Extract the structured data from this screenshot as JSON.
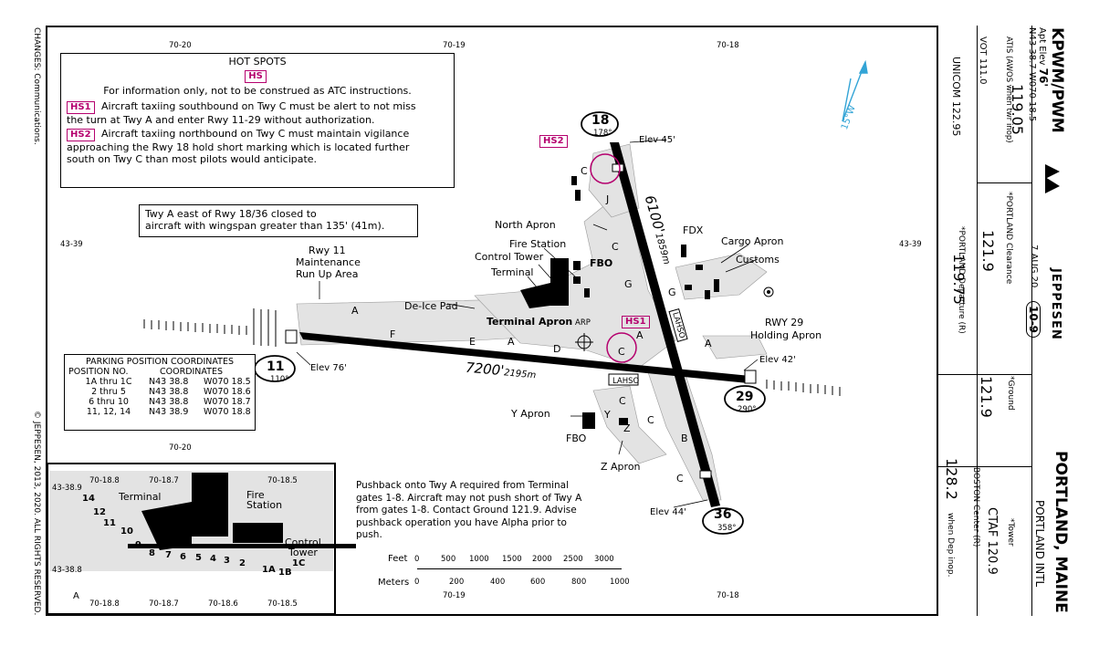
{
  "header": {
    "ident": "KPWM/PWM",
    "apt_elev_label": "Apt Elev",
    "apt_elev_value": "76'",
    "coords": "N43 38.7 W070 18.5",
    "brand": "JEPPESEN",
    "date": "7 AUG 20",
    "chart_no": "10-9",
    "city": "PORTLAND, MAINE",
    "airport": "PORTLAND INTL"
  },
  "frequencies": {
    "atis_label": "ATIS (AWOS when twr inop)",
    "atis": "119.05",
    "vot": "VOT 111.0",
    "unicom": "UNICOM 122.95",
    "clearance_label": "*PORTLAND Clearance",
    "clearance": "121.9",
    "departure_label": "*PORTLAND Departure (R)",
    "departure": "119.75",
    "ground_label": "*Ground",
    "ground": "121.9",
    "center_label": "BOSTON Center (R)",
    "center": "128.2",
    "center_note": "when Dep inop.",
    "tower_label": "*Tower",
    "tower": "CTAF 120.9"
  },
  "side_left": {
    "changes": "CHANGES: Communications.",
    "copyright": "© JEPPESEN, 2013, 2020. ALL RIGHTS RESERVED."
  },
  "hotspots": {
    "title": "HOT SPOTS",
    "legend_tag": "HS",
    "legend_text": "For information only, not to be construed as ATC instructions.",
    "items": [
      {
        "tag": "HS1",
        "text1": "Aircraft taxiing southbound on Twy C must be alert to not miss",
        "text2": "the turn at Twy A and enter Rwy 11-29 without authorization."
      },
      {
        "tag": "HS2",
        "text1": "Aircraft taxiing northbound on Twy C must maintain vigilance",
        "text2": "approaching the Rwy 18 hold short marking which is located further",
        "text3": "south on Twy C than most pilots would anticipate."
      }
    ]
  },
  "notice_twy_a": {
    "line1": "Twy A east of Rwy 18/36 closed to",
    "line2": "aircraft with wingspan greater than 135' (41m)."
  },
  "parking": {
    "title": "PARKING POSITION COORDINATES",
    "col1": "POSITION NO.",
    "col2": "COORDINATES",
    "rows": [
      {
        "pos": "1A thru 1C",
        "lat": "N43 38.8",
        "lon": "W070 18.5"
      },
      {
        "pos": "2 thru 5",
        "lat": "N43 38.8",
        "lon": "W070 18.6"
      },
      {
        "pos": "6 thru 10",
        "lat": "N43 38.8",
        "lon": "W070 18.7"
      },
      {
        "pos": "11, 12, 14",
        "lat": "N43 38.9",
        "lon": "W070 18.8"
      }
    ]
  },
  "pushback": {
    "line1": "Pushback onto Twy A required from Terminal",
    "line2": "gates 1-8. Aircraft may not push short of Twy A",
    "line3": "from gates 1-8. Contact Ground 121.9. Advise",
    "line4": "pushback operation you have Alpha prior to",
    "line5": "push."
  },
  "scale": {
    "feet_label": "Feet",
    "feet_ticks": [
      "0",
      "500",
      "1000",
      "1500",
      "2000",
      "2500",
      "3000"
    ],
    "meters_label": "Meters",
    "meter_ticks": [
      "0",
      "200",
      "400",
      "600",
      "800",
      "1000"
    ]
  },
  "grid": {
    "top": [
      "70-20",
      "70-19",
      "70-18"
    ],
    "mid": [
      "70-20"
    ],
    "bottom": [
      "70-19",
      "70-18"
    ],
    "lat": "43-39"
  },
  "magvar": "15°W",
  "runways": {
    "r18": {
      "num": "18",
      "hdg": "178°",
      "elev": "Elev 45'"
    },
    "r36": {
      "num": "36",
      "hdg": "358°",
      "elev": "Elev 44'"
    },
    "r11": {
      "num": "11",
      "hdg": "110°",
      "elev": "Elev 76'"
    },
    "r29": {
      "num": "29",
      "hdg": "290°",
      "elev": "Elev 42'"
    },
    "len_1836": "6100'",
    "len_1836_m": "1859m",
    "len_1129": "7200'",
    "len_1129_m": "2195m",
    "lahso": "LAHSO"
  },
  "labels": {
    "north_apron": "North Apron",
    "fire_station": "Fire Station",
    "control_tower": "Control Tower",
    "terminal": "Terminal",
    "fbo": "FBO",
    "deice": "De-Ice Pad",
    "terminal_apron": "Terminal Apron",
    "arp": "ARP",
    "fdx": "FDX",
    "cargo_apron": "Cargo Apron",
    "customs": "Customs",
    "rwy29_hold1": "RWY 29",
    "rwy29_hold2": "Holding Apron",
    "rwy11_maint1": "Rwy 11",
    "rwy11_maint2": "Maintenance",
    "rwy11_maint3": "Run Up Area",
    "y_apron": "Y Apron",
    "z_apron": "Z Apron",
    "fbo2": "FBO"
  },
  "twys": [
    "A",
    "F",
    "E",
    "A",
    "D",
    "C",
    "G",
    "A",
    "A",
    "C",
    "C",
    "J",
    "G",
    "C",
    "Y",
    "Z",
    "C",
    "B",
    "C"
  ],
  "hs_markers": {
    "hs1": "HS1",
    "hs2": "HS2"
  },
  "inset": {
    "lon_top": [
      "70-18.8",
      "70-18.7",
      "70-18.5"
    ],
    "lon_bottom": [
      "70-18.8",
      "70-18.7",
      "70-18.6",
      "70-18.5"
    ],
    "lat_top": "43-38.9",
    "lat_bot": "43-38.8",
    "terminal": "Terminal",
    "fire": "Fire",
    "station": "Station",
    "control": "Control",
    "tower": "Tower",
    "twy_a": "A",
    "stands": [
      "14",
      "12",
      "11",
      "10",
      "9",
      "8",
      "7",
      "6",
      "5",
      "4",
      "3",
      "2",
      "1A",
      "1B",
      "1C"
    ]
  }
}
